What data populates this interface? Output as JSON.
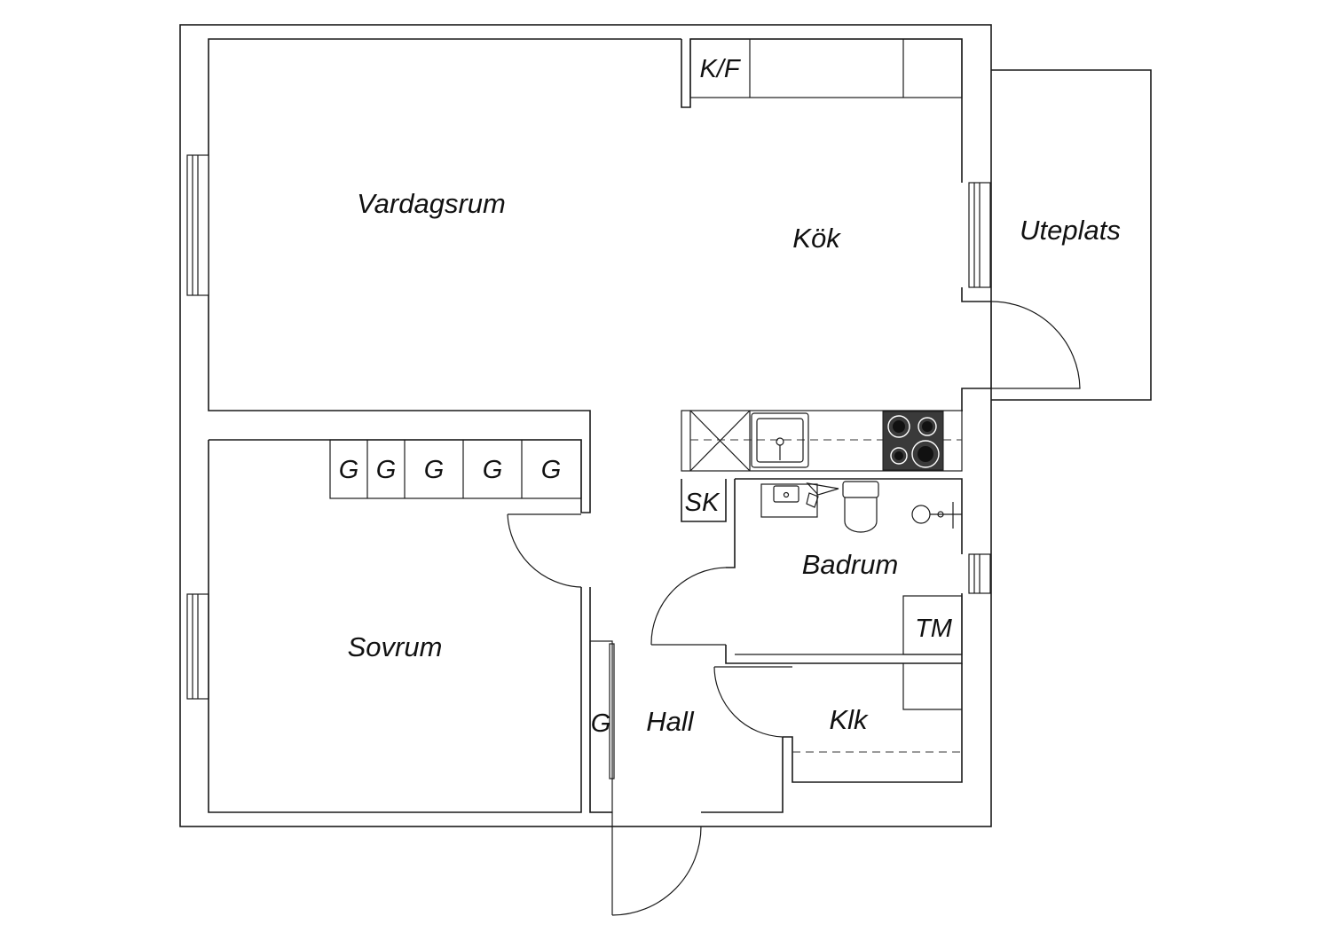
{
  "rooms": {
    "vardagsrum": "Vardagsrum",
    "kok": "Kök",
    "uteplats": "Uteplats",
    "sovrum": "Sovrum",
    "badrum": "Badrum",
    "hall": "Hall",
    "klk": "Klk"
  },
  "fixtures": {
    "kf": "K/F",
    "sk": "SK",
    "tm": "TM",
    "g": "G"
  },
  "colors": {
    "line": "#1a1a1a",
    "background": "#ffffff",
    "stove": "#3a3a3a"
  }
}
